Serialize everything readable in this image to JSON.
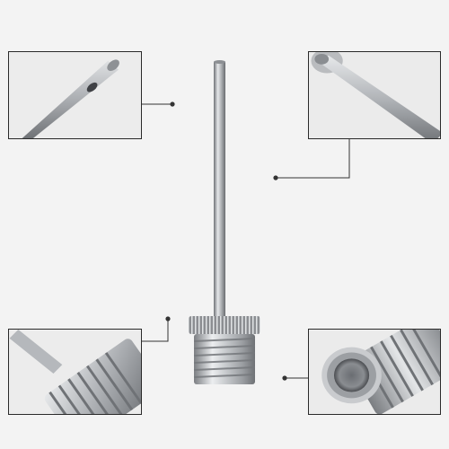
{
  "image": {
    "subject": "ball-inflation-needle-photo",
    "background_color": "#f3f3f3",
    "metal_color": "#b9bcc0",
    "callout_line_color": "#333333"
  },
  "insets": [
    {
      "name": "needle-tip-detail"
    },
    {
      "name": "needle-shaft-detail"
    },
    {
      "name": "thread-side-detail"
    },
    {
      "name": "thread-opening-detail"
    }
  ]
}
